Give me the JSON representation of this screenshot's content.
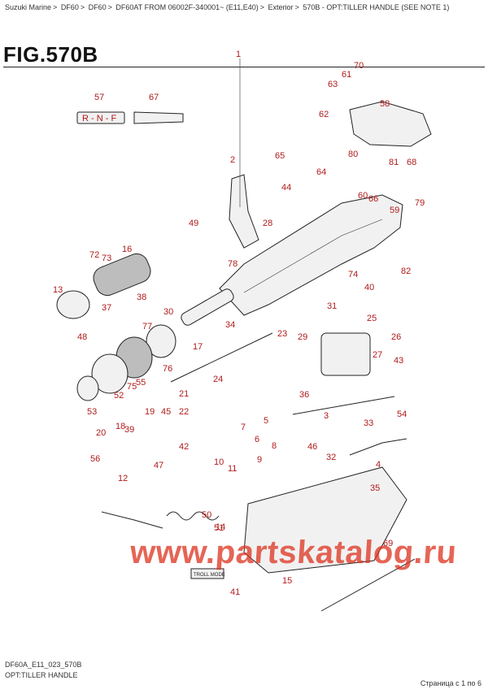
{
  "breadcrumb": [
    "Suzuki Marine",
    "DF60",
    "DF60",
    "DF60AT FROM 06002F-340001~ (E11,E40)",
    "Exterior",
    "570B - OPT:TILLER HANDLE (SEE NOTE 1)"
  ],
  "breadcrumb_separator": ">",
  "figure_title": "FIG.570B",
  "callouts": [
    "1",
    "2",
    "3",
    "4",
    "5",
    "6",
    "7",
    "8",
    "9",
    "10",
    "11",
    "12",
    "13",
    "14",
    "15",
    "16",
    "17",
    "18",
    "19",
    "20",
    "21",
    "22",
    "23",
    "24",
    "25",
    "26",
    "27",
    "28",
    "29",
    "30",
    "31",
    "32",
    "33",
    "34",
    "35",
    "36",
    "37",
    "38",
    "39",
    "40",
    "41",
    "42",
    "43",
    "44",
    "45",
    "46",
    "47",
    "48",
    "49",
    "50",
    "51",
    "52",
    "53",
    "54",
    "55",
    "56",
    "57",
    "58",
    "59",
    "60",
    "61",
    "62",
    "63",
    "64",
    "65",
    "66",
    "67",
    "68",
    "69",
    "70",
    "72",
    "73",
    "74",
    "75",
    "76",
    "77",
    "78",
    "79",
    "80",
    "81",
    "82"
  ],
  "label_plate": {
    "text": "TROLL MODE"
  },
  "shift_label": {
    "text": "R - N - F"
  },
  "watermark": "www.partskatalog.ru",
  "footer": {
    "code": "DF60A_E11_023_570B",
    "name": "OPT:TILLER HANDLE"
  },
  "page_indicator": "Страница с 1 по 6"
}
